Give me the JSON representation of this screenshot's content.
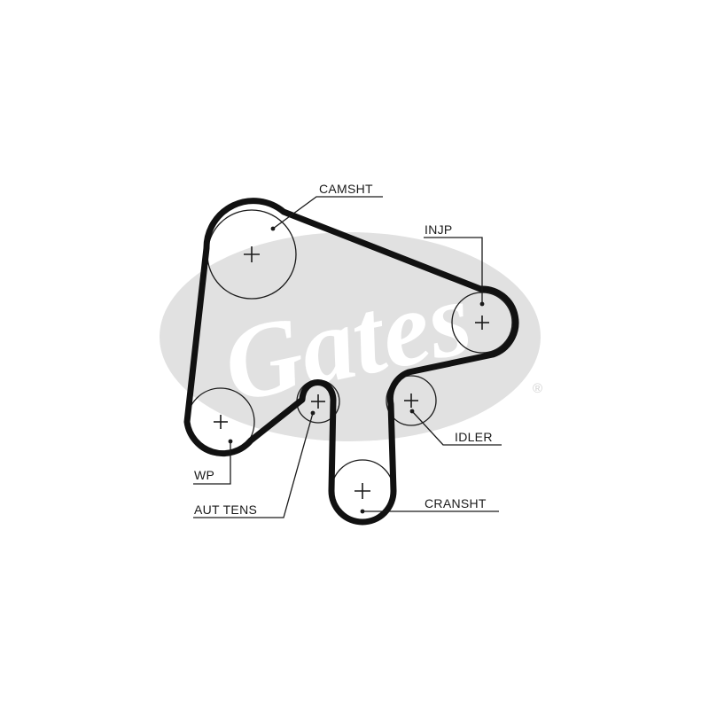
{
  "watermark": {
    "brand": "Gates",
    "registered_mark": "®",
    "color": "#e1e1e1"
  },
  "diagram": {
    "belt_color": "#111111",
    "components": [
      {
        "id": "camshaft",
        "label": "CAMSHT"
      },
      {
        "id": "injection-pump",
        "label": "INJP"
      },
      {
        "id": "idler",
        "label": "IDLER"
      },
      {
        "id": "crankshaft",
        "label": "CRANSHT"
      },
      {
        "id": "auto-tensioner",
        "label": "AUT TENS"
      },
      {
        "id": "water-pump",
        "label": "WP"
      }
    ]
  }
}
